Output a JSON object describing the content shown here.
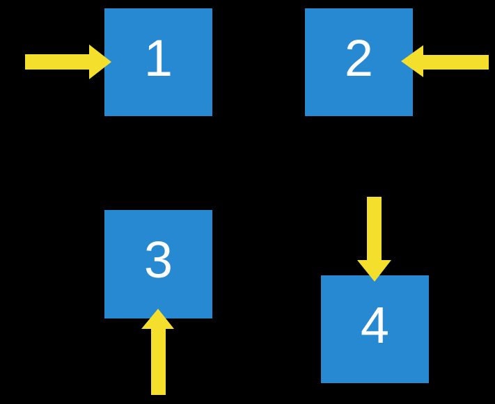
{
  "diagram": {
    "background_color": "#000000",
    "box_fill_color": "#2689D2",
    "arrow_fill_color": "#F4DF2C",
    "label_color": "#FFFFFF",
    "boxes": [
      {
        "label": "1",
        "arrow_direction": "right",
        "arrow_enters_from": "left"
      },
      {
        "label": "2",
        "arrow_direction": "left",
        "arrow_enters_from": "right"
      },
      {
        "label": "3",
        "arrow_direction": "up",
        "arrow_enters_from": "bottom"
      },
      {
        "label": "4",
        "arrow_direction": "down",
        "arrow_enters_from": "top"
      }
    ]
  }
}
